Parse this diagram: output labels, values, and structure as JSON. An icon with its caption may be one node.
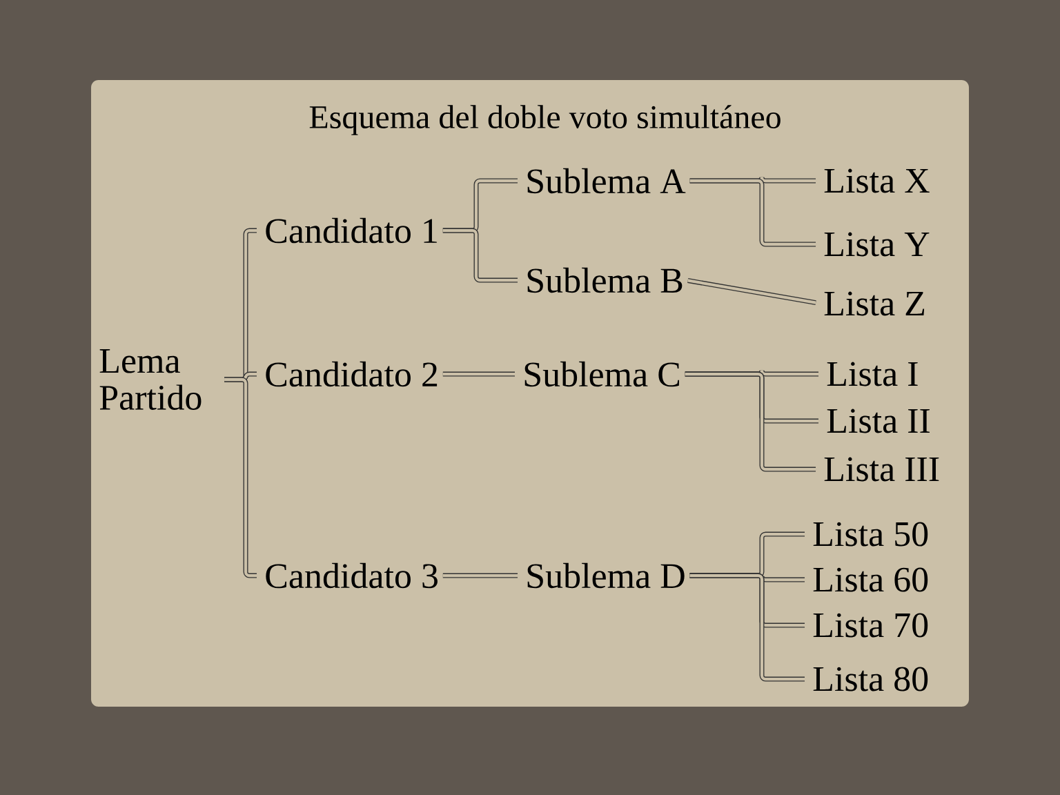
{
  "diagram": {
    "title": "Esquema del doble voto simultáneo",
    "nodes": [
      {
        "text": [
          "Lema Partido"
        ]
      },
      {
        "text": [
          "Candidato 1"
        ]
      },
      {
        "text": [
          "Candidato 2"
        ]
      },
      {
        "text": [
          "Candidato 3"
        ]
      },
      {
        "text": [
          "Sublema A"
        ]
      },
      {
        "text": [
          "Sublema B"
        ]
      },
      {
        "text": [
          "Sublema C"
        ]
      },
      {
        "text": [
          "Sublema D"
        ]
      },
      {
        "text": [
          "Lista X"
        ]
      },
      {
        "text": [
          "Lista Y"
        ]
      },
      {
        "text": [
          "Lista Z"
        ]
      },
      {
        "text": [
          "Lista I"
        ]
      },
      {
        "text": [
          "Lista II"
        ]
      },
      {
        "text": [
          "Lista III"
        ]
      },
      {
        "text": [
          "Lista 50"
        ]
      },
      {
        "text": [
          "Lista 60"
        ]
      },
      {
        "text": [
          "Lista 70"
        ]
      },
      {
        "text": [
          "Lista 80"
        ]
      }
    ],
    "edges": [
      {
        "from": 0,
        "to": 1,
        "arrow": "none"
      },
      {
        "from": 0,
        "to": 2,
        "arrow": "none"
      },
      {
        "from": 0,
        "to": 3,
        "arrow": "none"
      },
      {
        "from": 1,
        "to": 4,
        "arrow": "none"
      },
      {
        "from": 1,
        "to": 5,
        "arrow": "none"
      },
      {
        "from": 2,
        "to": 6,
        "arrow": "none"
      },
      {
        "from": 3,
        "to": 7,
        "arrow": "none"
      },
      {
        "from": 4,
        "to": 8,
        "arrow": "none"
      },
      {
        "from": 4,
        "to": 9,
        "arrow": "none"
      },
      {
        "from": 5,
        "to": 10,
        "arrow": "none"
      },
      {
        "from": 6,
        "to": 11,
        "arrow": "none"
      },
      {
        "from": 6,
        "to": 12,
        "arrow": "none"
      },
      {
        "from": 6,
        "to": 13,
        "arrow": "none"
      },
      {
        "from": 7,
        "to": 14,
        "arrow": "none"
      },
      {
        "from": 7,
        "to": 15,
        "arrow": "none"
      },
      {
        "from": 7,
        "to": 16,
        "arrow": "none"
      },
      {
        "from": 7,
        "to": 17,
        "arrow": "none"
      }
    ]
  }
}
